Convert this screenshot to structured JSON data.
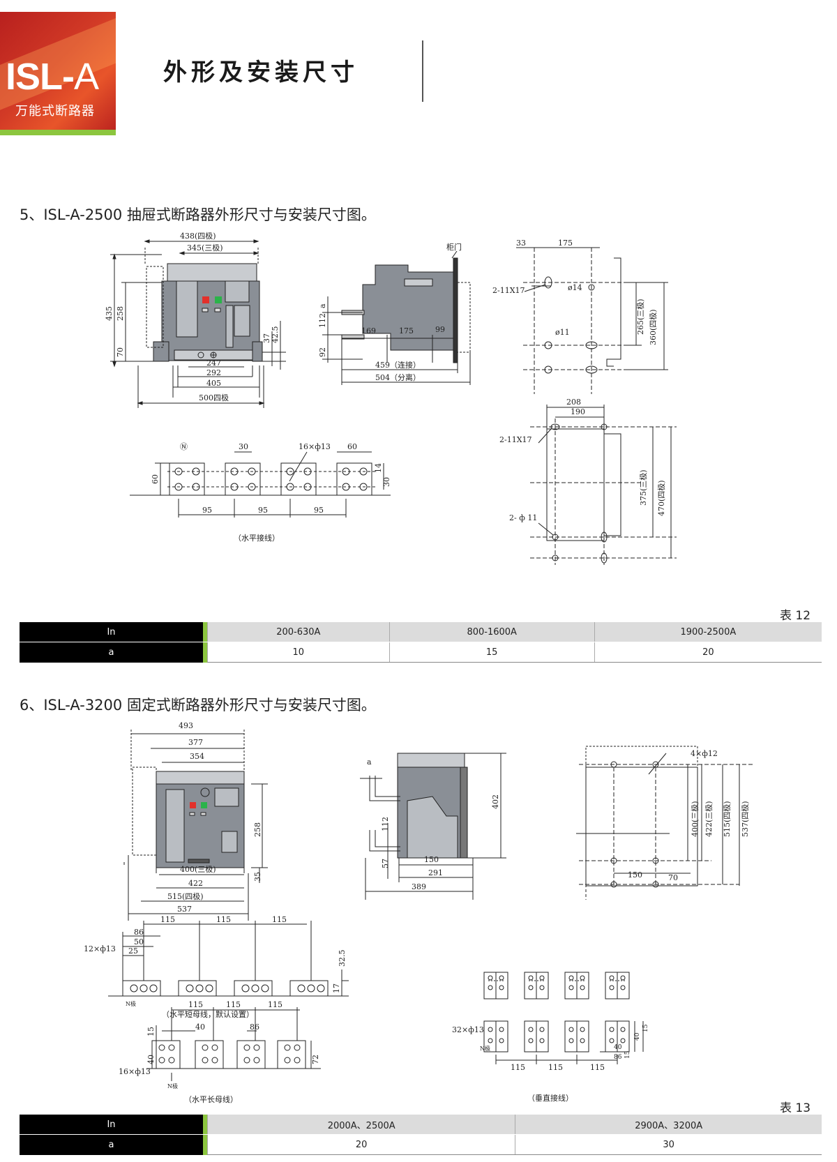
{
  "header": {
    "logo_text_bold": "ISL-",
    "logo_text_thin": "A",
    "logo_subtitle": "万能式断路器",
    "page_title": "外形及安装尺寸"
  },
  "section5": {
    "heading": "5、ISL-A-2500 抽屉式断路器外形尺寸与安装尺寸图。",
    "front_labels": {
      "w438": "438(四极)",
      "w345": "345(三极)",
      "h435": "435",
      "h258": "258",
      "h70": "70",
      "h37": "37",
      "h42_5": "42.5",
      "w247": "247",
      "w292": "292",
      "w405": "405",
      "w500": "500四极"
    },
    "side_labels": {
      "cabinet_door": "柜门",
      "a": "a",
      "h112": "112",
      "h92": "92",
      "w169": "169",
      "w175": "175",
      "w99": "99",
      "w459": "459（连接）",
      "w504": "504（分离）"
    },
    "mount_top_labels": {
      "w33": "33",
      "w175": "175",
      "holes": "2-11X17",
      "d14": "ø14",
      "d11": "ø11",
      "h265": "265(三极)",
      "h360": "360(四极)"
    },
    "mount_bottom_labels": {
      "w208": "208",
      "w190": "190",
      "holes": "2-11X17",
      "d11": "2- ф 11",
      "h375": "375(三极)",
      "h470": "470(四极)"
    },
    "busbar_labels": {
      "n": "Ⓝ",
      "w30": "30",
      "holes": "16×ф13",
      "w60": "60",
      "h60": "60",
      "h14": "14",
      "h30": "30",
      "p1": "95",
      "p2": "95",
      "p3": "95",
      "caption": "（水平接线）"
    },
    "table_label": "表  12",
    "table": {
      "header_label": "In",
      "row_label": "a",
      "columns": [
        "200-630A",
        "800-1600A",
        "1900-2500A"
      ],
      "values": [
        "10",
        "15",
        "20"
      ]
    }
  },
  "section6": {
    "heading": "6、ISL-A-3200 固定式断路器外形尺寸与安装尺寸图。",
    "front_labels": {
      "w493": "493",
      "w377": "377",
      "w354": "354",
      "h258": "258",
      "h35": "35",
      "w400": "400(三极)",
      "w422": "422",
      "w515": "515(四极)",
      "w537": "537"
    },
    "side_labels": {
      "a": "a",
      "h402": "402",
      "h112": "112",
      "h57": "57",
      "w150": "150",
      "w291": "291",
      "w389": "389"
    },
    "mount_labels": {
      "holes": "4×ф12",
      "h400": "400(三极)",
      "h422": "422(三极)",
      "h515": "515(四极)",
      "h537": "537(四极)",
      "w150": "150",
      "w70": "70"
    },
    "short_bus_labels": {
      "p1": "115",
      "p2": "115",
      "p3": "115",
      "w86": "86",
      "w50": "50",
      "w25": "25",
      "holes": "12×ф13",
      "h32_5": "32.5",
      "h17": "17",
      "npole": "N极",
      "caption": "（水平短母线，默认设置）"
    },
    "long_bus_labels": {
      "p1": "115",
      "p2": "115",
      "p3": "115",
      "w40": "40",
      "w86": "86",
      "h15": "15",
      "h40": "40",
      "h72": "72",
      "holes": "16×ф13",
      "npole": "N极",
      "caption": "（水平长母线）"
    },
    "vert_bus_labels": {
      "holes": "32×ф13",
      "npole": "N极",
      "p1": "115",
      "p2": "115",
      "p3": "115",
      "h40": "40",
      "h15": "15",
      "w40": "40",
      "w86": "86",
      "h15b": "15",
      "caption": "（垂直接线）"
    },
    "table_label": "表  13",
    "table": {
      "header_label": "In",
      "row_label": "a",
      "columns": [
        "2000A、2500A",
        "2900A、3200A"
      ],
      "values": [
        "20",
        "30"
      ]
    }
  }
}
